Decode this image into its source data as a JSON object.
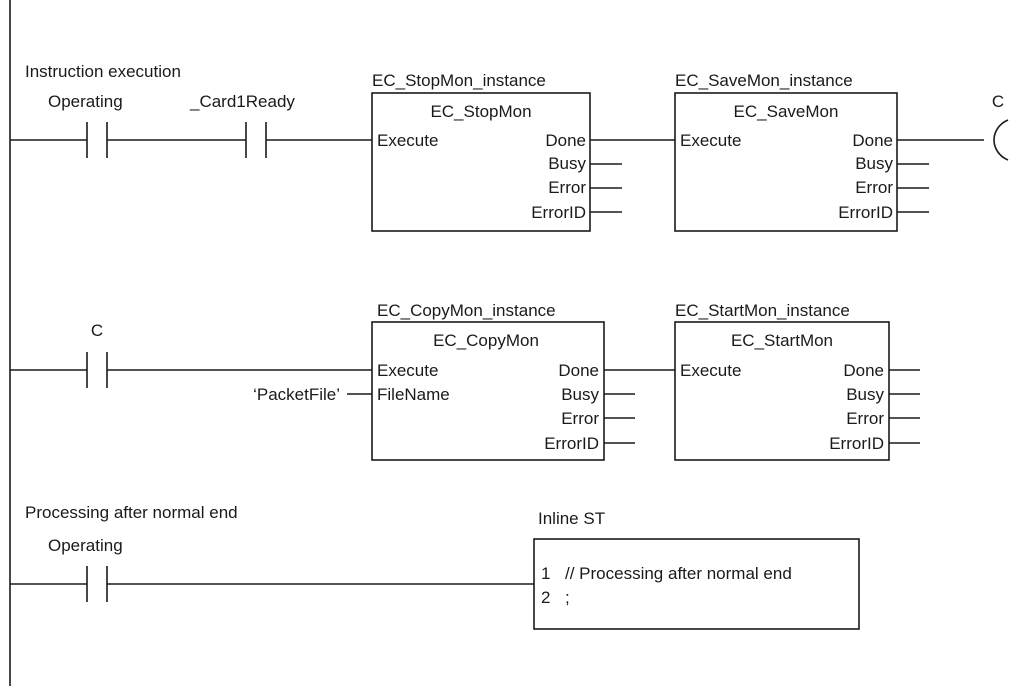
{
  "rung1": {
    "comment": "Instruction execution",
    "contact1_label": "Operating",
    "contact2_label": "_Card1Ready",
    "fb1": {
      "instance": "EC_StopMon_instance",
      "type": "EC_StopMon",
      "inputs": [
        "Execute"
      ],
      "outputs": [
        "Done",
        "Busy",
        "Error",
        "ErrorID"
      ]
    },
    "fb2": {
      "instance": "EC_SaveMon_instance",
      "type": "EC_SaveMon",
      "inputs": [
        "Execute"
      ],
      "outputs": [
        "Done",
        "Busy",
        "Error",
        "ErrorID"
      ]
    },
    "coil_label": "C"
  },
  "rung2": {
    "contact_label": "C",
    "filename_constant": "‘PacketFile’",
    "fb1": {
      "instance": "EC_CopyMon_instance",
      "type": "EC_CopyMon",
      "inputs": [
        "Execute",
        "FileName"
      ],
      "outputs": [
        "Done",
        "Busy",
        "Error",
        "ErrorID"
      ]
    },
    "fb2": {
      "instance": "EC_StartMon_instance",
      "type": "EC_StartMon",
      "inputs": [
        "Execute"
      ],
      "outputs": [
        "Done",
        "Busy",
        "Error",
        "ErrorID"
      ]
    }
  },
  "rung3": {
    "comment": "Processing after normal end",
    "contact_label": "Operating",
    "inline_st_title": "Inline ST",
    "code_lines": [
      {
        "num": "1",
        "text": "// Processing after normal end"
      },
      {
        "num": "2",
        "text": ";"
      }
    ]
  }
}
